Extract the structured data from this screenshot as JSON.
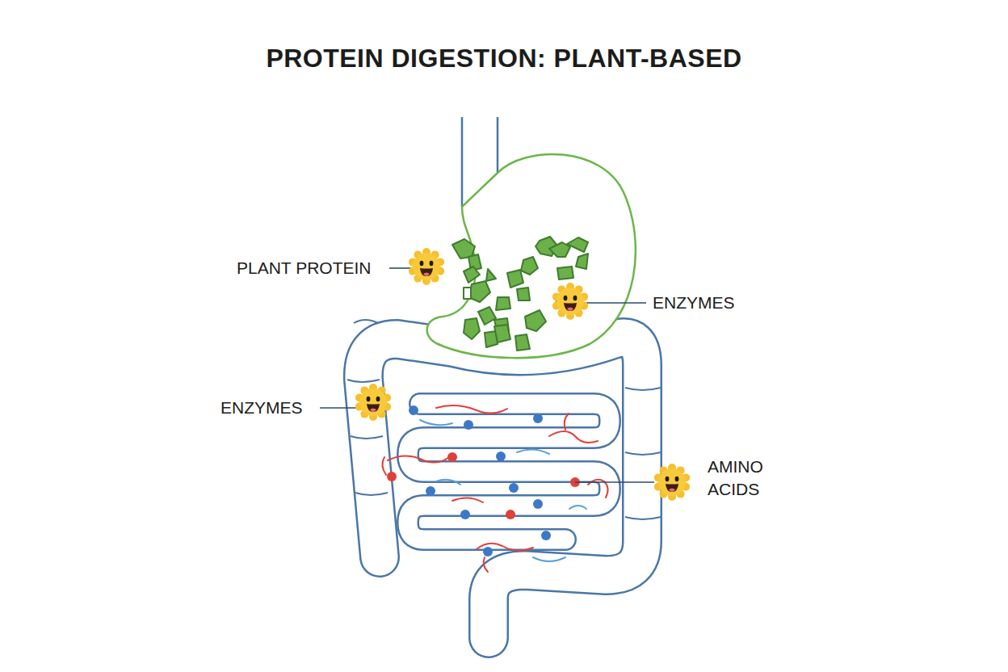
{
  "diagram": {
    "title": "PROTEIN DIGESTION: PLANT-BASED",
    "labels": [
      "PLANT PROTEIN",
      "ENZYMES",
      "ENZYMES",
      "AMINO ACIDS"
    ]
  }
}
